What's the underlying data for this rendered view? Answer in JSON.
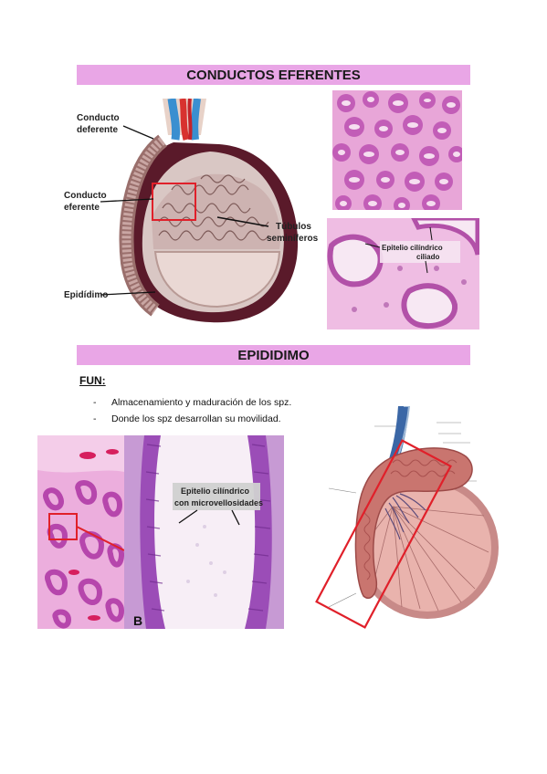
{
  "section1": {
    "title": "CONDUCTOS EFERENTES",
    "diagram_labels": {
      "conducto_deferente_1": "Conducto",
      "conducto_deferente_2": "deferente",
      "conducto_eferente_1": "Conducto",
      "conducto_eferente_2": "eferente",
      "tubulos_1": "Túbulos",
      "tubulos_2": "seminíferos",
      "epididimo": "Epidídimo"
    },
    "micrograph_label_1": "Epitelio cilíndrico",
    "micrograph_label_2": "ciliado"
  },
  "section2": {
    "title": "EPIDIDIMO",
    "fun_title": "FUN:",
    "bullets": [
      {
        "dash": "-",
        "text": "Almacenamiento y maduración de los spz."
      },
      {
        "dash": "-",
        "text": "Donde los spz desarrollan su movilidad."
      }
    ],
    "micrograph_label_1": "Epitelio cilíndrico",
    "micrograph_label_2": "con microvellosidades",
    "panel_letter": "B"
  },
  "colors": {
    "banner": "#e9a6e6",
    "highlight_box": "#e0202a",
    "tissue_pink": "#e6a4d8",
    "tissue_purple": "#9a4fb0"
  }
}
